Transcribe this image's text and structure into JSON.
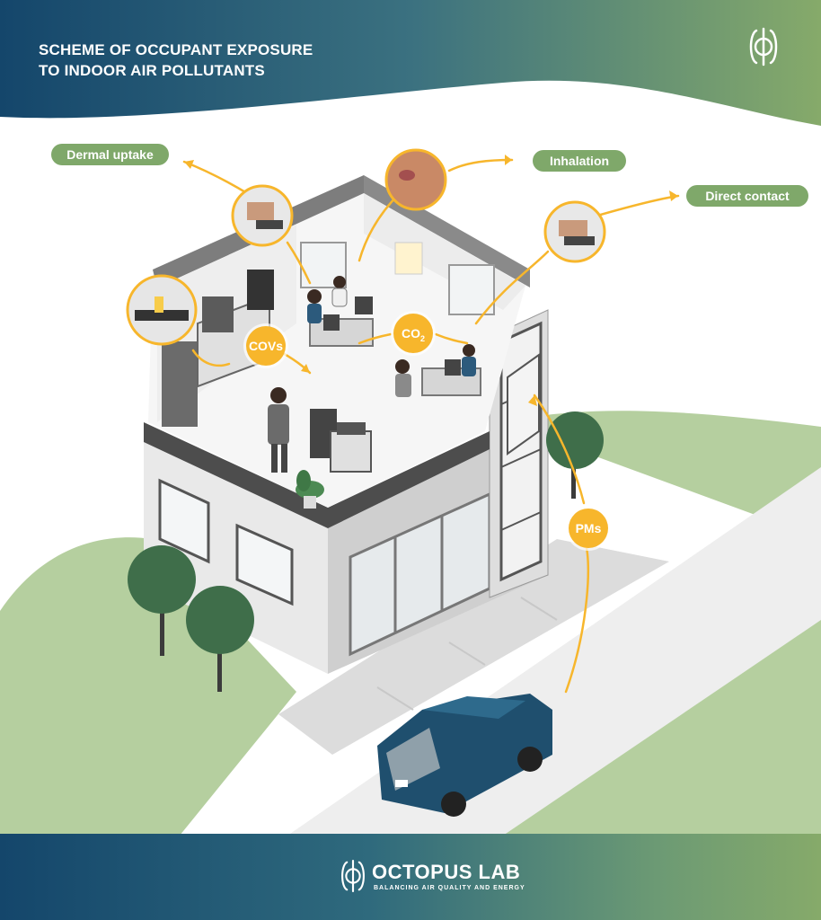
{
  "header": {
    "title_line1": "SCHEME OF OCCUPANT EXPOSURE",
    "title_line2": "TO INDOOR AIR POLLUTANTS",
    "gradient_start": "#14466b",
    "gradient_end": "#86aa6a"
  },
  "labels": {
    "dermal": "Dermal uptake",
    "inhalation": "Inhalation",
    "direct_contact": "Direct contact",
    "pill_color": "#7fa86a"
  },
  "badges": {
    "covs": "COVs",
    "co2_main": "CO",
    "co2_sub": "2",
    "pms": "PMs",
    "badge_color": "#f7b62c"
  },
  "footer": {
    "brand": "OCTOPUS LAB",
    "tagline": "BALANCING AIR QUALITY AND ENERGY"
  },
  "icons": [
    "octopus-lab-logo-icon",
    "tree-icon",
    "car-icon",
    "person-icon",
    "printer-icon",
    "plant-icon"
  ],
  "colors": {
    "ground_green": "#b5cf9f",
    "road": "#eeeeee",
    "arrow": "#f7b62c",
    "car": "#1f4f6e"
  }
}
